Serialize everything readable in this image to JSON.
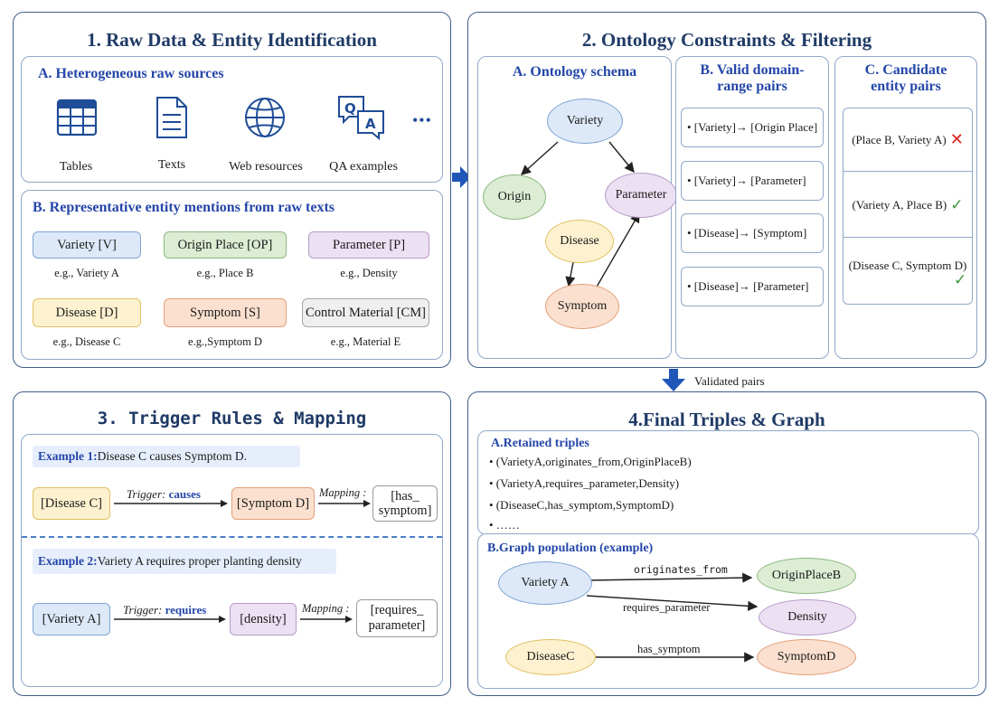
{
  "panel1": {
    "title": "1. Raw Data & Entity Identification",
    "sectionA": {
      "title": "A. Heterogeneous raw sources",
      "sources": [
        {
          "label": "Tables",
          "icon": "table-icon"
        },
        {
          "label": "Texts",
          "icon": "document-icon"
        },
        {
          "label": "Web resources",
          "icon": "globe-icon"
        },
        {
          "label": "QA examples",
          "icon": "qa-chat-icon"
        }
      ],
      "more": "•••"
    },
    "sectionB": {
      "title": "B. Representative entity mentions from raw texts",
      "entities": [
        {
          "label": "Variety [V]",
          "example": "e.g., Variety A",
          "color": "#dde9f8"
        },
        {
          "label": "Origin Place [OP]",
          "example": "e.g., Place B",
          "color": "#dcedd4"
        },
        {
          "label": "Parameter [P]",
          "example": "e.g., Density",
          "color": "#ece1f2"
        },
        {
          "label": "Disease [D]",
          "example": "e.g., Disease C",
          "color": "#fdf1cf"
        },
        {
          "label": "Symptom [S]",
          "example": "e.g.,Symptom D",
          "color": "#fbe0cf"
        },
        {
          "label": "Control Material [CM]",
          "example": "e.g., Material E",
          "color": "#efefef"
        }
      ]
    }
  },
  "panel2": {
    "title": "2. Ontology Constraints & Filtering",
    "colA": {
      "title": "A. Ontology schema",
      "nodes": [
        "Variety",
        "Origin",
        "Parameter",
        "Disease",
        "Symptom"
      ]
    },
    "colB": {
      "title_line1": "B. Valid domain-",
      "title_line2": "range pairs",
      "pairs": [
        "• [Variety]→ [Origin Place]",
        "• [Variety]→ [Parameter]",
        "• [Disease]→ [Symptom]",
        "• [Disease]→ [Parameter]"
      ]
    },
    "colC": {
      "title_line1": "C. Candidate",
      "title_line2": "entity pairs",
      "candidates": [
        {
          "text": "(Place B, Variety A)",
          "mark": "✕",
          "valid": false
        },
        {
          "text": "(Variety A, Place B)",
          "mark": "✓",
          "valid": true
        },
        {
          "text": "(Disease C, Symptom D)",
          "mark": "✓",
          "valid": true
        }
      ]
    }
  },
  "flow": {
    "validated_label": "Validated pairs"
  },
  "panel3": {
    "title": "3. Trigger Rules & Mapping",
    "example1": {
      "head": "Example 1:",
      "sentence": " Disease C causes Symptom D.",
      "subject": "[Disease C]",
      "trigger_prefix": "Trigger: ",
      "trigger_word": "causes",
      "object": "[Symptom D]",
      "mapping_label": "Mapping :",
      "relation_line1": "[has_",
      "relation_line2": "symptom]"
    },
    "example2": {
      "head": "Example 2:",
      "sentence": "  Variety A requires proper planting density",
      "subject": "[Variety A]",
      "trigger_prefix": "Trigger: ",
      "trigger_word": "requires",
      "object": "[density]",
      "mapping_label": "Mapping :",
      "relation_line1": "[requires_",
      "relation_line2": "parameter]"
    }
  },
  "panel4": {
    "title": "4.Final Triples & Graph",
    "sectionA": {
      "title": "A.Retained triples",
      "triples": [
        "• (VarietyA,originates_from,OriginPlaceB)",
        "• (VarietyA,requires_parameter,Density)",
        "• (DiseaseC,has_symptom,SymptomD)",
        "• ……"
      ]
    },
    "sectionB": {
      "title": "B.Graph population (example)",
      "nodes": {
        "varietyA": "Variety A",
        "originB": "OriginPlaceB",
        "density": "Density",
        "diseaseC": "DiseaseC",
        "symptomD": "SymptomD"
      },
      "edges": {
        "originates": "originates_from",
        "requires": "requires_parameter",
        "has_symptom": "has_symptom"
      }
    }
  }
}
